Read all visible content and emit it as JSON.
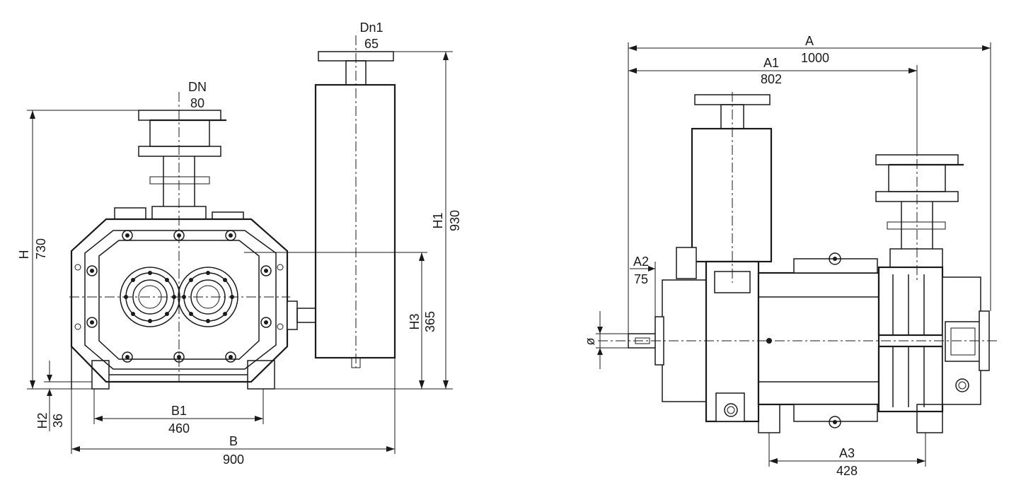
{
  "colors": {
    "line": "#1a1a1a",
    "background": "#ffffff"
  },
  "front_view": {
    "dn_label": "DN",
    "dn_value": "80",
    "dn1_label": "Dn1",
    "dn1_value": "65",
    "h_label": "H",
    "h_value": "730",
    "h1_label": "H1",
    "h1_value": "930",
    "h2_label": "H2",
    "h2_value": "36",
    "h3_label": "H3",
    "h3_value": "365",
    "b_label": "B",
    "b_value": "900",
    "b1_label": "B1",
    "b1_value": "460"
  },
  "side_view": {
    "a_label": "A",
    "a_value": "1000",
    "a1_label": "A1",
    "a1_value": "802",
    "a2_label": "A2",
    "a2_value": "75",
    "a3_label": "A3",
    "a3_value": "428",
    "shaft_symbol": "ø"
  }
}
